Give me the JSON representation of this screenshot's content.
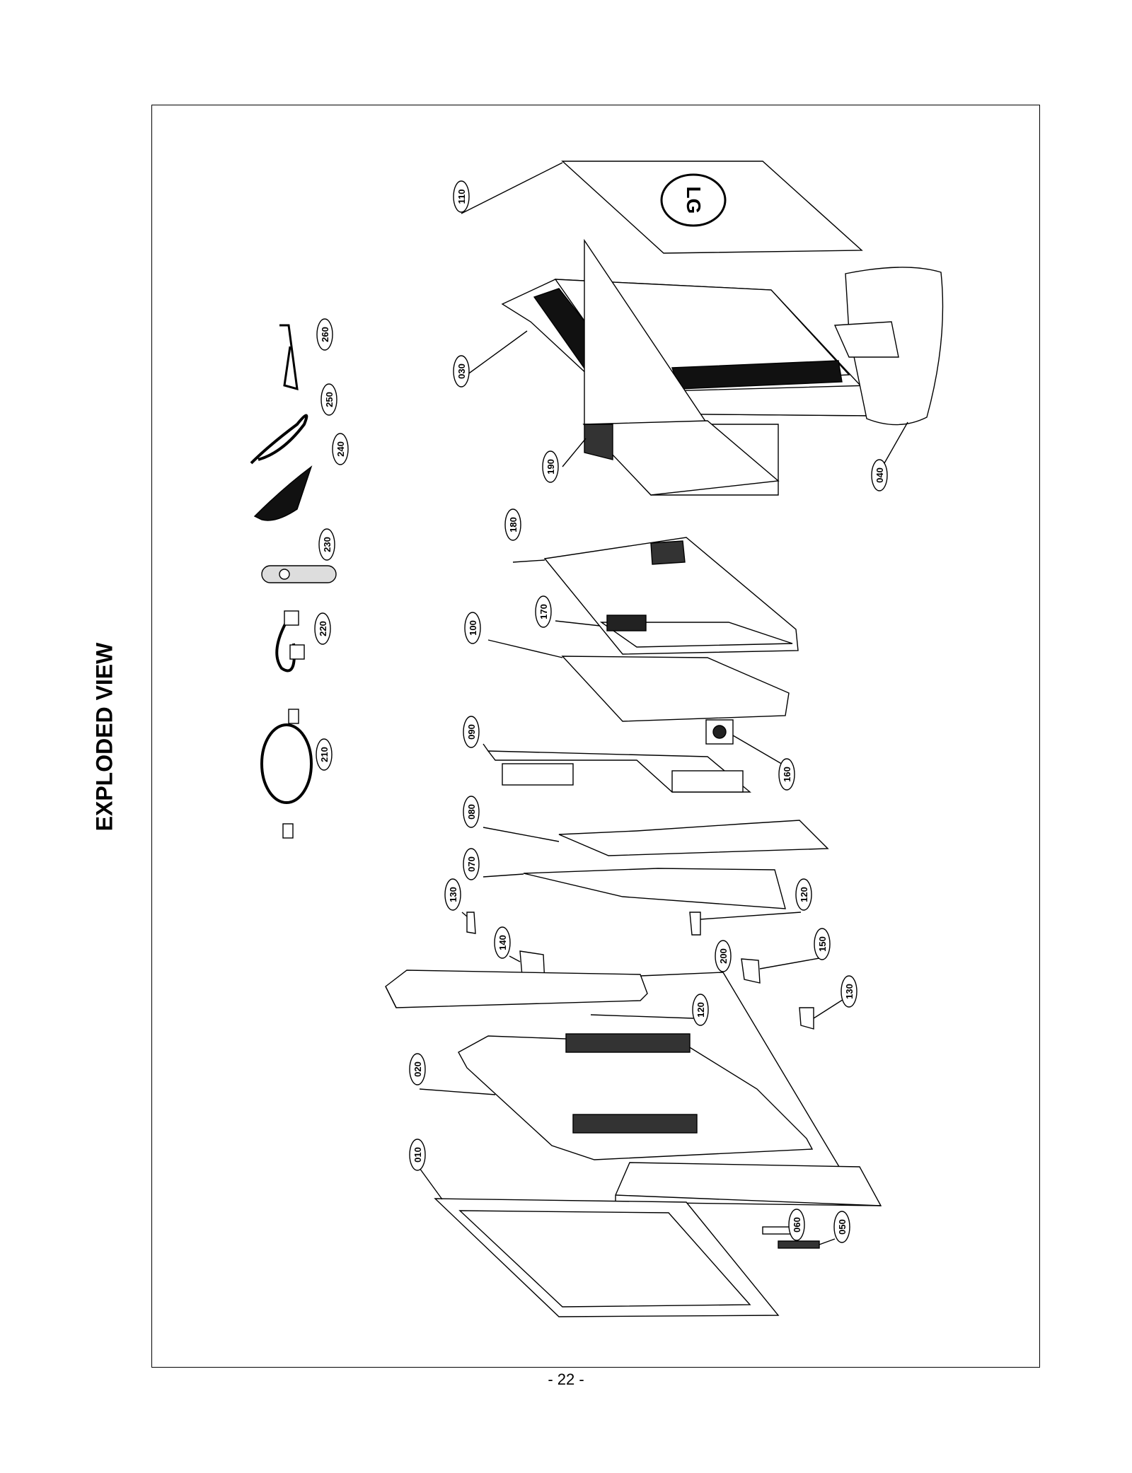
{
  "title": "EXPLODED VIEW",
  "page_number": "- 22 -",
  "logo_text": "LG",
  "parts": [
    {
      "id": "010"
    },
    {
      "id": "020"
    },
    {
      "id": "030"
    },
    {
      "id": "040"
    },
    {
      "id": "050"
    },
    {
      "id": "060"
    },
    {
      "id": "070"
    },
    {
      "id": "080"
    },
    {
      "id": "090"
    },
    {
      "id": "100"
    },
    {
      "id": "110"
    },
    {
      "id": "120a"
    },
    {
      "id": "120b"
    },
    {
      "id": "130a"
    },
    {
      "id": "130b"
    },
    {
      "id": "140"
    },
    {
      "id": "150"
    },
    {
      "id": "160"
    },
    {
      "id": "170"
    },
    {
      "id": "180"
    },
    {
      "id": "190"
    },
    {
      "id": "200"
    },
    {
      "id": "210"
    },
    {
      "id": "220"
    },
    {
      "id": "230"
    },
    {
      "id": "240"
    },
    {
      "id": "250"
    },
    {
      "id": "260"
    }
  ],
  "labels": {
    "p010": "010",
    "p020": "020",
    "p030": "030",
    "p040": "040",
    "p050": "050",
    "p060": "060",
    "p070": "070",
    "p080": "080",
    "p090": "090",
    "p100": "100",
    "p110": "110",
    "p120a": "120",
    "p120b": "120",
    "p130a": "130",
    "p130b": "130",
    "p140": "140",
    "p150": "150",
    "p160": "160",
    "p170": "170",
    "p180": "180",
    "p190": "190",
    "p200": "200",
    "p210": "210",
    "p220": "220",
    "p230": "230",
    "p240": "240",
    "p250": "250",
    "p260": "260"
  },
  "colors": {
    "line": "#000000",
    "panel": "#ffffff",
    "shade": "#111111"
  }
}
